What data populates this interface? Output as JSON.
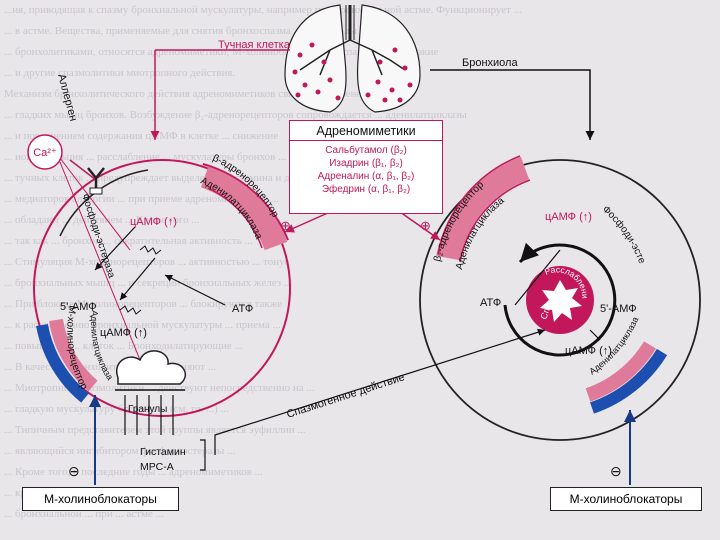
{
  "labels": {
    "mast_cell": "Тучная клетка",
    "bronchiole": "Бронхиола",
    "allergen": "Аллерген",
    "calcium": "Ca²⁺",
    "beta_receptor_left": "β-адренорецептор",
    "adenylate_cyclase_left": "Аденилатциклаза",
    "camp_up": "цАМФ (↑)",
    "phosphodiesterase": "Фосфоди-эстераза",
    "five_amp": "5'-АМФ",
    "atp": "АТФ",
    "adenylate_cyclase_m": "Аденилатциклаза",
    "m_receptor": "М-холинорецептор",
    "granules": "Гранулы",
    "histamine": "Гистамин",
    "mrsa": "МРС-А",
    "spasmogenic": "Спазмогенное действие",
    "beta2_receptor": "β₂-адренорецептор",
    "adenylate_cyclase_right": "Аденилатциклаза",
    "spasm": "Спазм",
    "relaxation": "Расслабление",
    "m_blockers_left": "М-холиноблокаторы",
    "m_blockers_right": "М-холиноблокаторы",
    "plus": "⊕",
    "minus": "⊖"
  },
  "adrenomimetics": {
    "title": "Адреномиметики",
    "items": [
      "Сальбутамол (β₂)",
      "Изадрин (β₁, β₂)",
      "Адреналин (α, β₁, β₂)",
      "Эфедрин (α, β₁, β₂)"
    ]
  },
  "background_text": [
    "...ия, приводящая к спазму бронхиальной мускулатуры, например при бронхиальной астме. Функционирует ... ",
    "... в астме. Вещества, применяемые для снятия бронхоспазма ... бронхиолы",
    "... бронхолитиками, относятся адреномиметики, М-холиноблокаторы ... спазмолитики, такие",
    "... и другие спазмолитики миотропного действия.",
    "Механизм бронхолитического действия адреномиметиков связан с ... адренорецепторов",
    "... гладких мышц бронхов. Возбуждение β₂-адренорецепторов сопровождается ... аденилатциклазы",
    "... и повышением содержания цАМФ в клетке ... снижение",
    "... ионов кальция ... расслабление ... мускулатуры бронхов ...",
    "... тучных клеток ... предупреждает выделение гистамина и других ...",
    "... медиаторов аллергии ... при приеме адреномиметиков ...",
    "... обладают ... действием ... Кроме того ...",
    "... так как ... бронхов ... сократительная активность ...",
    "... Стимуляция М-холинорецепторов ... активностью ... тонус",
    "... бронхиальных мышц ... и секреции бронхиальных желез ...",
    "... При блокаде М-холинорецепторов ... блокируются также",
    "... к расслаблению бронхиальной мускулатуры ... приема ...",
    "... повышение ... клеток ... Бронходилатирующие ... ",
    "... В качестве бронхолитиков ... применяют ... ",
    "... Миотропные спазмолитики ... действуют непосредственно на ...",
    "... гладкую мускулатуру бронхов ... (см. гл. ...) ...",
    "... Типичным представителем этой группы является эуфиллин ...",
    "... являющийся ингибитором фосфодиэстеразы ...",
    "... Кроме того, в последние годы ... адреномиметиков ...",
    "... кромолин ... ",
    "... бронхиальной ... при ... астме ..."
  ],
  "colors": {
    "accent": "#c2185b",
    "pink_band": "#e07a9a",
    "blue_band": "#1d4fb0",
    "navy": "#163a86"
  }
}
